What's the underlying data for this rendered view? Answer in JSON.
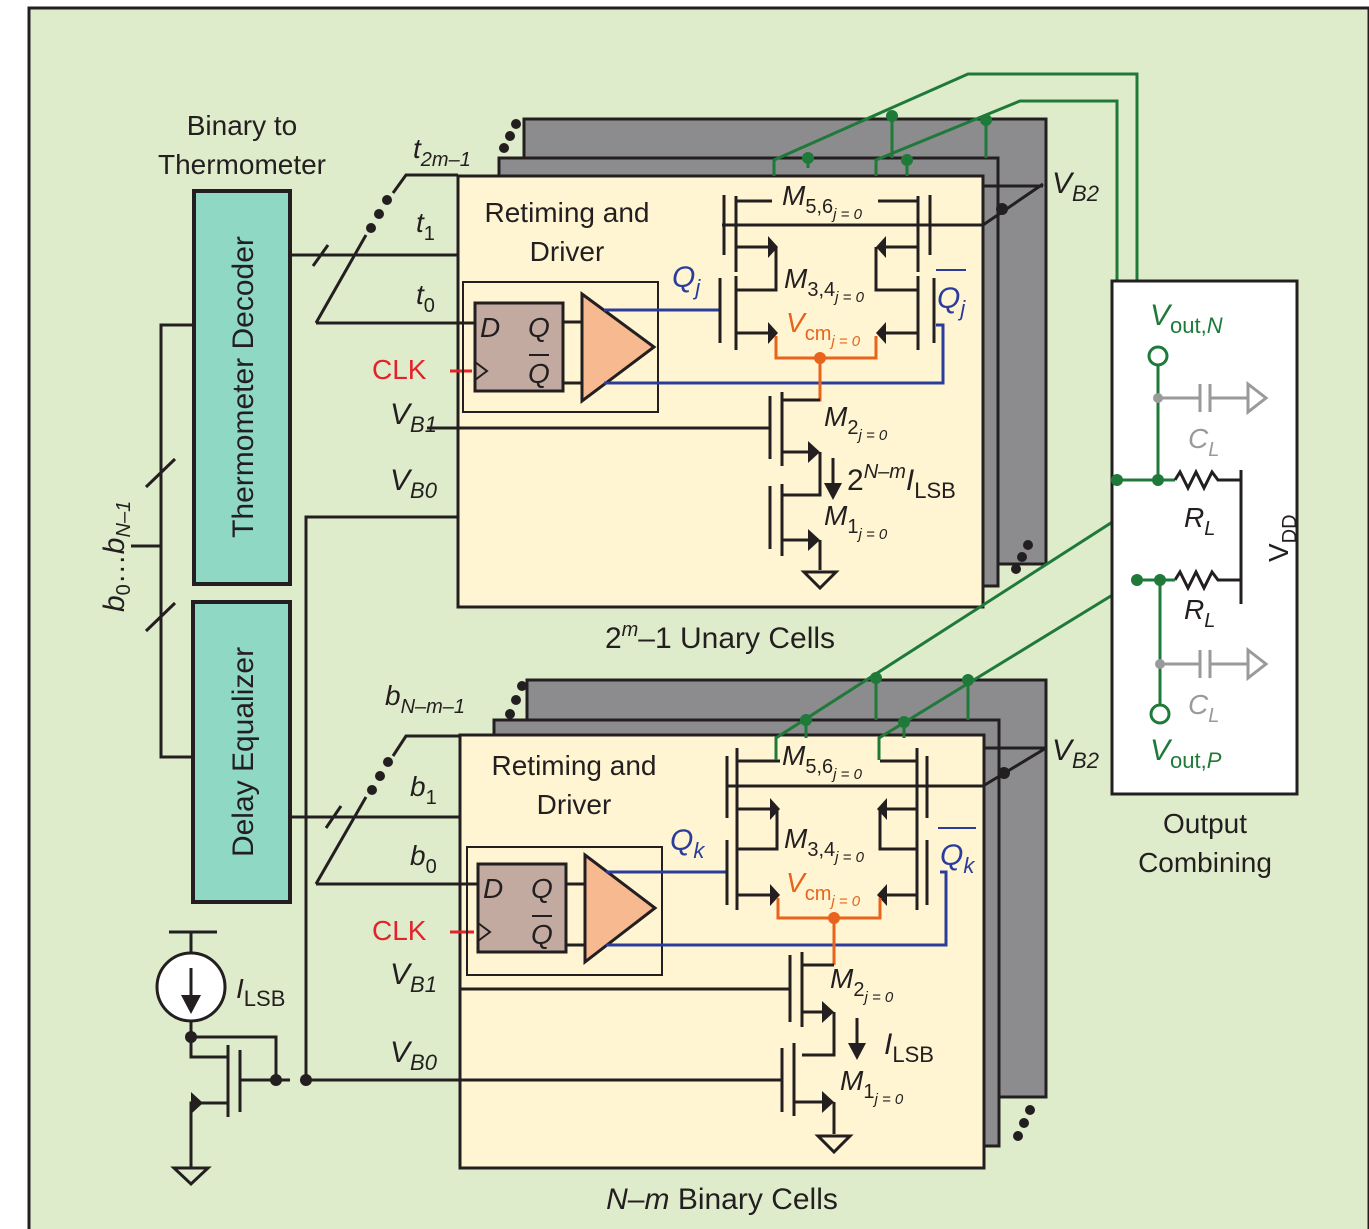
{
  "colors": {
    "background": "#dfeccb",
    "cell_fill": "#fff5d2",
    "stack_fill": "#8c8b8d",
    "decoder_fill": "#8ed8c4",
    "flipflop_fill": "#c2aaa0",
    "driver_fill": "#f7b98f",
    "wire": "#231f20",
    "output_wire": "#1f7a3a",
    "signal_blue": "#2b3d9c",
    "vcm_orange": "#e8641c",
    "clk_red": "#e2232a",
    "cap_gray": "#9a9a9a",
    "output_box_fill": "#ffffff"
  },
  "left": {
    "b2t_title_line1": "Binary to",
    "b2t_title_line2": "Thermometer",
    "thermometer_decoder": "Thermometer Decoder",
    "delay_equalizer": "Delay Equalizer",
    "bus_label_b": "b",
    "bus_label_sub0": "0",
    "bus_label_dots": "…",
    "bus_label_b2": "b",
    "bus_label_subN": "N–1",
    "ref_current_I": "I",
    "ref_current_sub": "LSB"
  },
  "unary": {
    "t_top": "t",
    "t_top_sub": "2m–1",
    "t1": "t",
    "t1_sub": "1",
    "t0": "t",
    "t0_sub": "0",
    "clk": "CLK",
    "vb1": "V",
    "vb1_sub": "B1",
    "vb0": "V",
    "vb0_sub": "B0",
    "vb2": "V",
    "vb2_sub": "B2",
    "block_title_line1": "Retiming and",
    "block_title_line2": "Driver",
    "ff_d": "D",
    "ff_q": "Q",
    "ff_qbar": "Q",
    "q_label": "Q",
    "q_sub": "j",
    "qbar_label": "Q",
    "qbar_sub": "j",
    "m56": "M",
    "m56_sub": "5,6",
    "m56_subsub": "j = 0",
    "m34": "M",
    "m34_sub": "3,4",
    "m34_subsub": "j = 0",
    "vcm": "V",
    "vcm_sub": "cm",
    "vcm_subsub": "j = 0",
    "m2": "M",
    "m2_sub": "2",
    "m2_subsub": "j = 0",
    "m1": "M",
    "m1_sub": "1",
    "m1_subsub": "j = 0",
    "current_prefix": "2",
    "current_exp": "N–m",
    "current_I": "I",
    "current_sub": "LSB",
    "caption_prefix": "2",
    "caption_exp": "m",
    "caption_rest": "–1 Unary Cells"
  },
  "binary": {
    "b_top": "b",
    "b_top_sub": "N–m–1",
    "b1": "b",
    "b1_sub": "1",
    "b0": "b",
    "b0_sub": "0",
    "clk": "CLK",
    "vb1": "V",
    "vb1_sub": "B1",
    "vb0": "V",
    "vb0_sub": "B0",
    "vb2": "V",
    "vb2_sub": "B2",
    "block_title_line1": "Retiming and",
    "block_title_line2": "Driver",
    "ff_d": "D",
    "ff_q": "Q",
    "ff_qbar": "Q",
    "q_label": "Q",
    "q_sub": "k",
    "qbar_label": "Q",
    "qbar_sub": "k",
    "m56": "M",
    "m56_sub": "5,6",
    "m56_subsub": "j = 0",
    "m34": "M",
    "m34_sub": "3,4",
    "m34_subsub": "j = 0",
    "vcm": "V",
    "vcm_sub": "cm",
    "vcm_subsub": "j = 0",
    "m2": "M",
    "m2_sub": "2",
    "m2_subsub": "j = 0",
    "m1": "M",
    "m1_sub": "1",
    "m1_subsub": "j = 0",
    "current_I": "I",
    "current_sub": "LSB",
    "caption_N": "N",
    "caption_dash": "–",
    "caption_m": "m",
    "caption_rest": " Binary Cells"
  },
  "output": {
    "voutn": "V",
    "voutn_sub": "out,",
    "voutn_subit": "N",
    "voutp": "V",
    "voutp_sub": "out,",
    "voutp_subit": "P",
    "cl_top": "C",
    "cl_top_sub": "L",
    "cl_bot": "C",
    "cl_bot_sub": "L",
    "rl_top": "R",
    "rl_top_sub": "L",
    "rl_bot": "R",
    "rl_bot_sub": "L",
    "vdd": "V",
    "vdd_sub": "DD",
    "caption_line1": "Output",
    "caption_line2": "Combining"
  }
}
